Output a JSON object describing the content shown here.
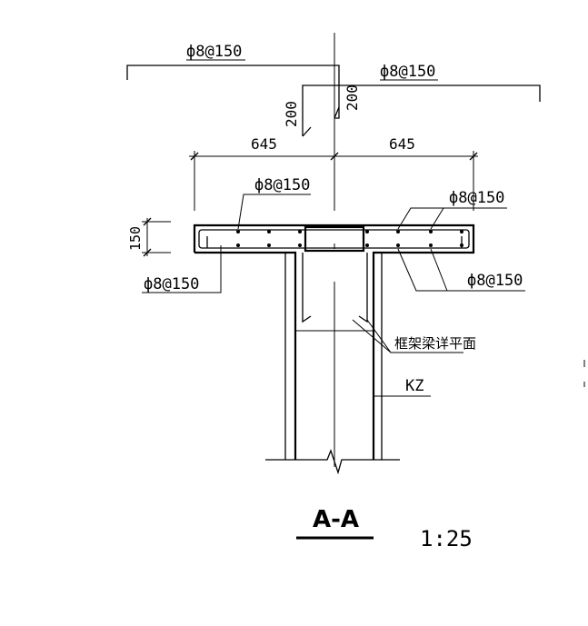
{
  "drawing": {
    "title": "A-A",
    "scale": "1:25",
    "labels": {
      "top_left_rebar": "ф8@150",
      "top_right_rebar": "ф8@150",
      "dim_left_top": "200",
      "dim_right_top": "200",
      "dim_left_645": "645",
      "dim_right_645": "645",
      "slab_top_left_rebar": "ф8@150",
      "slab_top_right_rebar": "ф8@150",
      "dim_150": "150",
      "slab_bottom_left_rebar": "ф8@150",
      "slab_bottom_right_rebar": "ф8@150",
      "beam_note": "框架梁详平面",
      "column_label": "KZ"
    }
  }
}
